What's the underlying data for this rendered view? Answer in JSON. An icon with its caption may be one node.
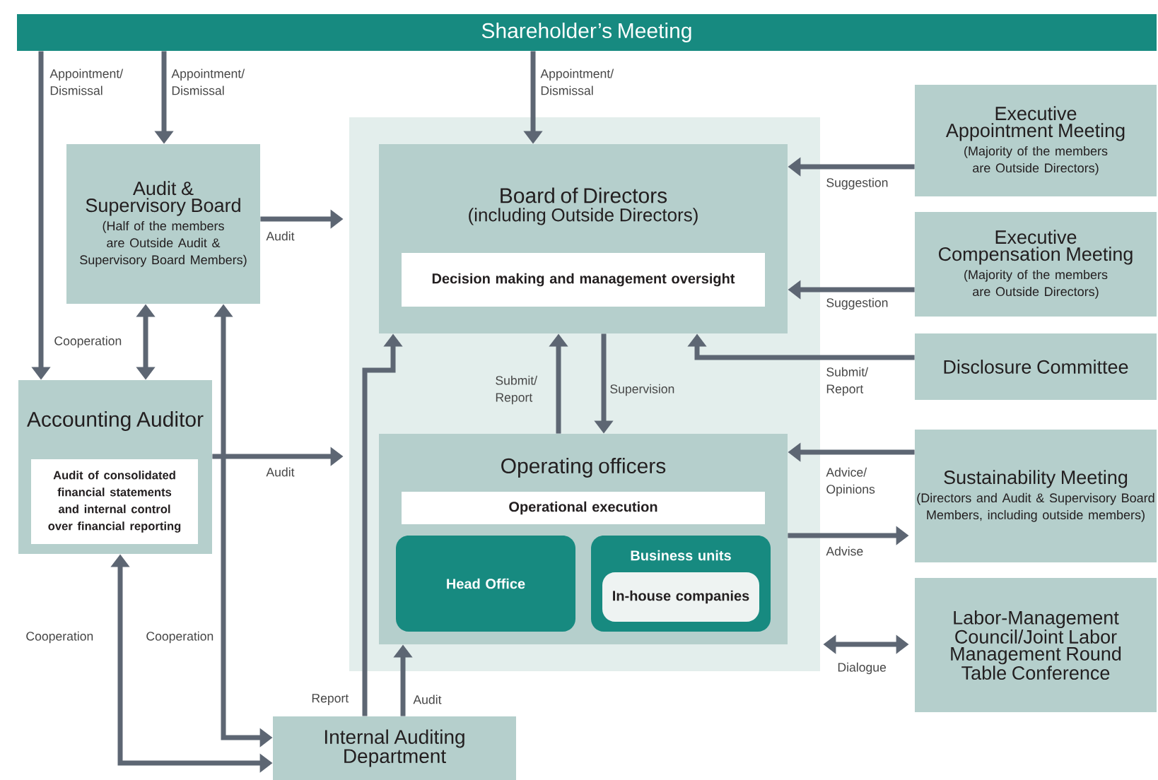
{
  "diagram": {
    "nodes": [
      {
        "text": [
          "Shareholder’s Meeting"
        ]
      },
      {
        "text": [],
        "shape": "box"
      },
      {
        "text": [
          "Audit & Supervisory Board",
          "(Half of the members are Outside Audit & Supervisory Board Members)"
        ]
      },
      {
        "text": [
          "Board of Directors",
          "(including Outside Directors)"
        ],
        "in": 1
      },
      {
        "text": [
          "Decision making and management oversight"
        ],
        "in": 3
      },
      {
        "text": [
          "Accounting Auditor"
        ]
      },
      {
        "text": [
          "Audit of consolidated financial statements and internal control over financial reporting"
        ],
        "in": 5
      },
      {
        "text": [
          "Operating officers"
        ],
        "in": 1
      },
      {
        "text": [
          "Operational execution"
        ],
        "in": 7
      },
      {
        "text": [
          "Head Office"
        ],
        "in": 7
      },
      {
        "text": [
          "Business units"
        ],
        "in": 7
      },
      {
        "text": [
          "In-house companies"
        ],
        "in": 10
      },
      {
        "text": [
          "Executive Appointment Meeting",
          "(Majority of the members are Outside Directors)"
        ]
      },
      {
        "text": [
          "Executive Compensation Meeting",
          "(Majority of the members are Outside Directors)"
        ]
      },
      {
        "text": [
          "Disclosure Committee"
        ]
      },
      {
        "text": [
          "Sustainability Meeting",
          "(Directors and Audit & Supervisory Board Members, including outside members)"
        ]
      },
      {
        "text": [
          "Labor-Management Council/Joint Labor Management Round Table Conference"
        ]
      },
      {
        "text": [
          "Internal Auditing Department"
        ]
      }
    ],
    "edges": [
      {
        "from": 0,
        "to": 5,
        "arrow": "to",
        "label": "Appointment/ Dismissal"
      },
      {
        "from": 0,
        "to": 2,
        "arrow": "to",
        "label": "Appointment/ Dismissal"
      },
      {
        "from": 0,
        "to": 3,
        "arrow": "to",
        "label": "Appointment/ Dismissal"
      },
      {
        "from": 2,
        "to": 1,
        "arrow": "to",
        "label": "Audit"
      },
      {
        "from": 2,
        "to": 5,
        "arrow": "both",
        "label": "Cooperation"
      },
      {
        "from": 2,
        "to": 17,
        "arrow": "both",
        "label": "Cooperation"
      },
      {
        "from": 5,
        "to": 17,
        "arrow": "both",
        "label": "Cooperation"
      },
      {
        "from": 5,
        "to": 1,
        "arrow": "to",
        "label": "Audit"
      },
      {
        "from": 17,
        "to": 3,
        "arrow": "to",
        "label": "Report"
      },
      {
        "from": 17,
        "to": 7,
        "arrow": "to",
        "label": "Audit"
      },
      {
        "from": 7,
        "to": 3,
        "arrow": "to",
        "label": "Submit/ Report"
      },
      {
        "from": 3,
        "to": 7,
        "arrow": "to",
        "label": "Supervision"
      },
      {
        "from": 12,
        "to": 3,
        "arrow": "to",
        "label": "Suggestion"
      },
      {
        "from": 13,
        "to": 3,
        "arrow": "to",
        "label": "Suggestion"
      },
      {
        "from": 14,
        "to": 3,
        "arrow": "to",
        "label": "Submit/ Report"
      },
      {
        "from": 15,
        "to": 7,
        "arrow": "to",
        "label": "Advice/ Opinions"
      },
      {
        "from": 7,
        "to": 15,
        "arrow": "to",
        "label": "Advise"
      },
      {
        "from": 1,
        "to": 16,
        "arrow": "both",
        "label": "Dialogue"
      }
    ]
  }
}
